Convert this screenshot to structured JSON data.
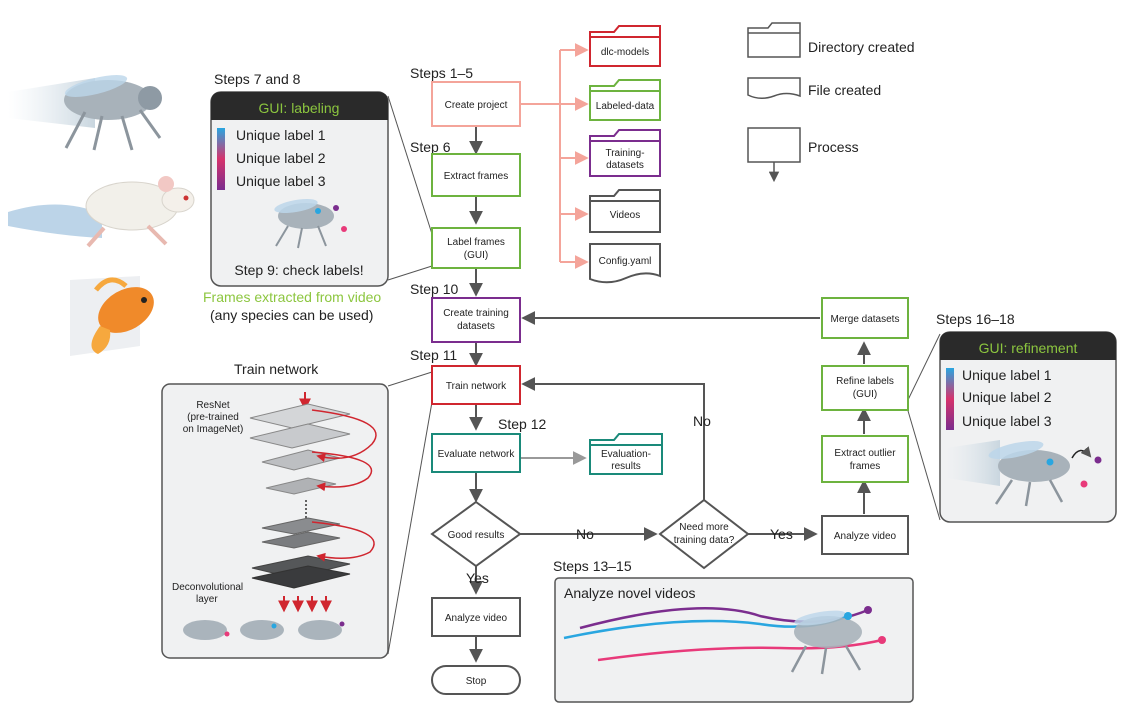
{
  "legend": {
    "directory": "Directory created",
    "file": "File created",
    "process": "Process"
  },
  "steps": {
    "s1_5": "Steps 1–5",
    "s6": "Step 6",
    "s7_8": "Steps 7 and 8",
    "s10": "Step 10",
    "s11": "Step 11",
    "s12": "Step 12",
    "s13_15": "Steps 13–15",
    "s16_18": "Steps 16–18"
  },
  "process": {
    "create_project": "Create project",
    "extract_frames": "Extract frames",
    "label_frames": [
      "Label frames",
      "(GUI)"
    ],
    "create_training": [
      "Create training",
      "datasets"
    ],
    "train_network": "Train network",
    "evaluate_network": "Evaluate network",
    "good_results": "Good results",
    "need_more": [
      "Need more",
      "training data?"
    ],
    "analyze_video_left": "Analyze video",
    "stop": "Stop",
    "analyze_video_right": "Analyze video",
    "extract_outlier": [
      "Extract outlier",
      "frames"
    ],
    "refine_labels": [
      "Refine labels",
      "(GUI)"
    ],
    "merge_datasets": "Merge datasets"
  },
  "outputs": {
    "dlc_models": "dlc-models",
    "labeled_data": "Labeled-data",
    "training_datasets": [
      "Training-",
      "datasets"
    ],
    "videos": "Videos",
    "config": "Config.yaml",
    "evaluation_results": [
      "Evaluation-",
      "results"
    ]
  },
  "decisions": {
    "no": "No",
    "yes": "Yes",
    "no_up": "No",
    "yes_right": "Yes"
  },
  "gui_labeling": {
    "title": "GUI: labeling",
    "labels": [
      "Unique label 1",
      "Unique label 2",
      "Unique label 3"
    ],
    "check": "Step 9: check labels!"
  },
  "frames_caption": {
    "line1": "Frames extracted from video",
    "line2": "(any species can be used)"
  },
  "train_panel": {
    "title": "Train network",
    "resnet": [
      "ResNet",
      "(pre-trained",
      "on ImageNet)"
    ],
    "deconv": [
      "Deconvolutional",
      "layer"
    ]
  },
  "gui_refinement": {
    "title": "GUI: refinement",
    "labels": [
      "Unique label 1",
      "Unique label 2",
      "Unique label 3"
    ]
  },
  "analyze_panel": {
    "title": "Analyze novel videos"
  },
  "colors": {
    "pink": "#f4a49a",
    "green": "#6db33f",
    "purple": "#7b2d8e",
    "red": "#d0262f",
    "teal": "#1a8a7a",
    "gray": "#555555",
    "lime_text": "#8cc63f"
  }
}
